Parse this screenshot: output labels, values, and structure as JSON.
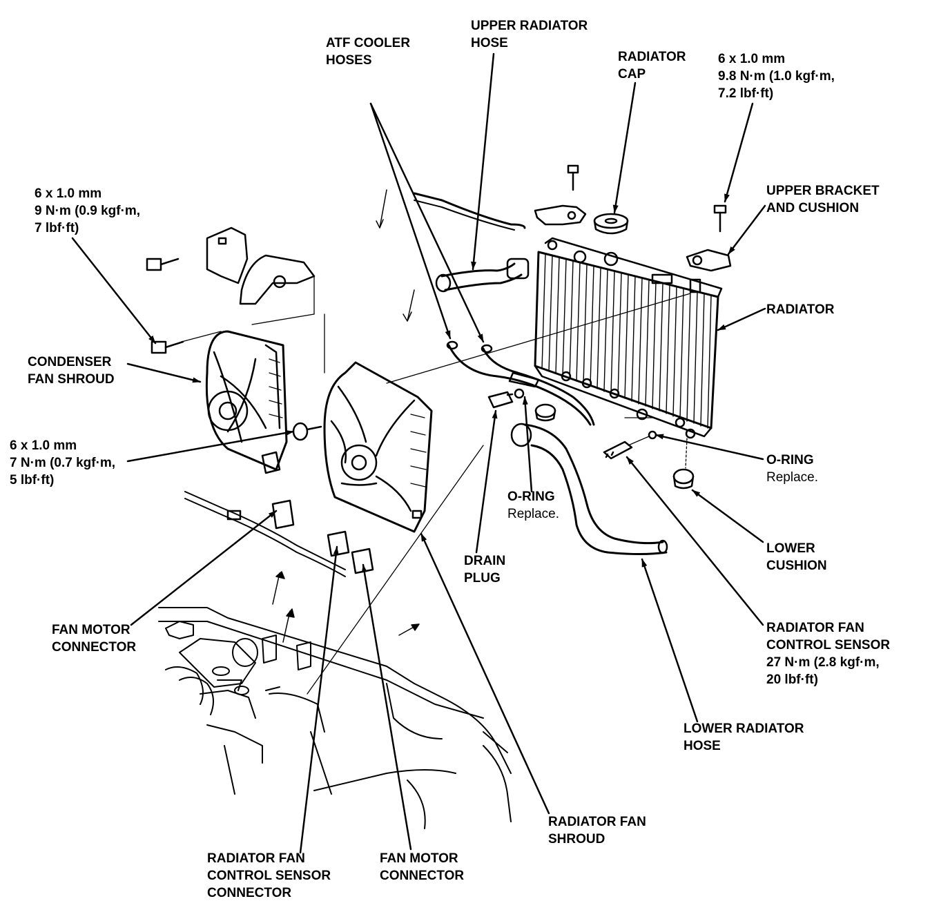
{
  "colors": {
    "line": "#000000",
    "background": "#ffffff"
  },
  "labels": {
    "atf_cooler_hoses": [
      "ATF COOLER",
      "HOSES"
    ],
    "upper_radiator_hose": [
      "UPPER RADIATOR",
      "HOSE"
    ],
    "radiator_cap": [
      "RADIATOR",
      "CAP"
    ],
    "bolt_upper": [
      "6 x 1.0 mm",
      "9.8 N·m (1.0 kgf·m,",
      "7.2 lbf·ft)"
    ],
    "upper_bracket": [
      "UPPER BRACKET",
      "AND CUSHION"
    ],
    "bolt_left": [
      "6 x 1.0 mm",
      "9 N·m (0.9 kgf·m,",
      "7 lbf·ft)"
    ],
    "radiator": [
      "RADIATOR"
    ],
    "condenser_fan_shroud": [
      "CONDENSER",
      "FAN SHROUD"
    ],
    "bolt_shroud": [
      "6 x 1.0 mm",
      "7 N·m (0.7 kgf·m,",
      "5 lbf·ft)"
    ],
    "o_ring_right": {
      "title": "O-RING",
      "note": "Replace."
    },
    "o_ring_center": {
      "title": "O-RING",
      "note": "Replace."
    },
    "lower_cushion": [
      "LOWER",
      "CUSHION"
    ],
    "drain_plug": [
      "DRAIN",
      "PLUG"
    ],
    "fan_motor_connector_left": [
      "FAN MOTOR",
      "CONNECTOR"
    ],
    "radiator_fan_control_sensor": [
      "RADIATOR FAN",
      "CONTROL SENSOR",
      "27 N·m (2.8 kgf·m,",
      "20 lbf·ft)"
    ],
    "lower_radiator_hose": [
      "LOWER RADIATOR",
      "HOSE"
    ],
    "radiator_fan_shroud": [
      "RADIATOR FAN",
      "SHROUD"
    ],
    "sensor_connector": [
      "RADIATOR FAN",
      "CONTROL SENSOR",
      "CONNECTOR"
    ],
    "fan_motor_connector_bottom": [
      "FAN MOTOR",
      "CONNECTOR"
    ]
  }
}
